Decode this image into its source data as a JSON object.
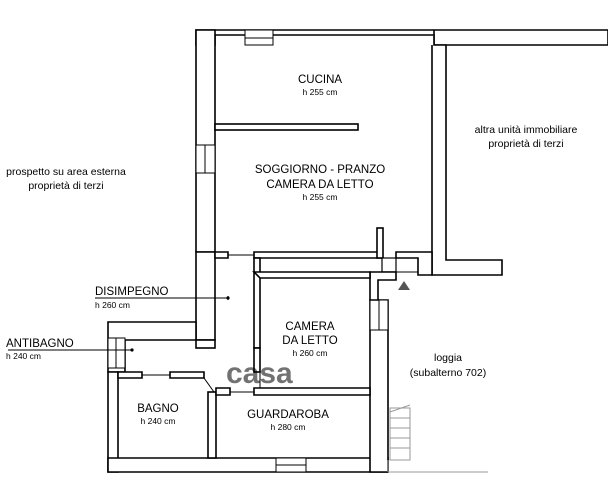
{
  "rooms": {
    "cucina": {
      "name": "CUCINA",
      "height": "h 255 cm"
    },
    "soggiorno": {
      "name_line1": "SOGGIORNO - PRANZO",
      "name_line2": "CAMERA DA LETTO",
      "height": "h 255 cm"
    },
    "camera": {
      "name_line1": "CAMERA",
      "name_line2": "DA LETTO",
      "height": "h 260 cm"
    },
    "disimpegno": {
      "name": "DISIMPEGNO",
      "height": "h 260 cm"
    },
    "antibagno": {
      "name": "ANTIBAGNO",
      "height": "h 240 cm"
    },
    "bagno": {
      "name": "BAGNO",
      "height": "h 240 cm"
    },
    "guardaroba": {
      "name": "GUARDAROBA",
      "height": "h 280 cm"
    }
  },
  "external": {
    "left_line1": "prospetto su area esterna",
    "left_line2": "proprietà di terzi",
    "right_line1": "altra unità immobiliare",
    "right_line2": "proprietà di terzi",
    "loggia_line1": "loggia",
    "loggia_line2": "(subalterno 702)"
  },
  "watermark": "casa",
  "colors": {
    "walls": "#000000",
    "background": "#ffffff",
    "watermark": "#cfcfcf"
  }
}
